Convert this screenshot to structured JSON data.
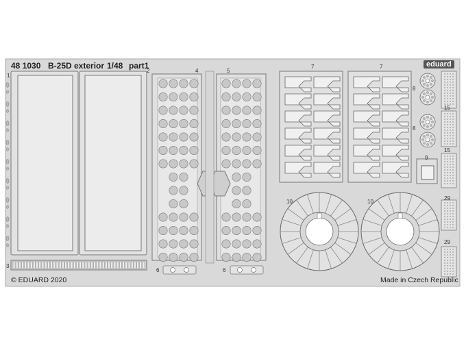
{
  "header": {
    "number": "48 1030",
    "title": "B-25D exterior",
    "scale": "1/48",
    "part": "part1",
    "brand": "eduard"
  },
  "footer": {
    "copyright": "© EDUARD 2020",
    "origin": "Made in Czech Republic"
  },
  "part_numbers": {
    "p1": "1",
    "p2": "2",
    "p3": "3",
    "p4": "4",
    "p5": "5",
    "p6a": "6",
    "p6b": "6",
    "p7a": "7",
    "p7b": "7",
    "p8a": "8",
    "p8b": "8",
    "p9": "9",
    "p10a": "10",
    "p10b": "10",
    "p15a": "15",
    "p15b": "15",
    "p29a": "29",
    "p29b": "29"
  },
  "colors": {
    "sheet_bg": "#d9d9d9",
    "part_fill": "#dcdcdc",
    "outline": "#7a7a7a",
    "dark": "#555555"
  }
}
